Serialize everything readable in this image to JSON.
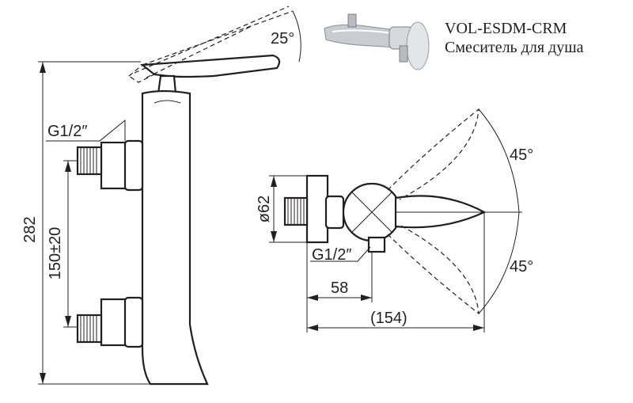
{
  "product": {
    "model": "VOL-ESDM-CRM",
    "description": "Смеситель для душа"
  },
  "side_view": {
    "lever_angle": "25°",
    "thread_label": "G1/2″",
    "overall_height": "282",
    "center_distance": "150±20"
  },
  "front_view": {
    "angle_upper": "45°",
    "angle_lower": "45°",
    "diameter": "ø62",
    "thread_label": "G1/2″",
    "depth_to_outlet": "58",
    "overall_depth": "(154)"
  },
  "colors": {
    "line": "#231f20",
    "background": "#ffffff"
  }
}
